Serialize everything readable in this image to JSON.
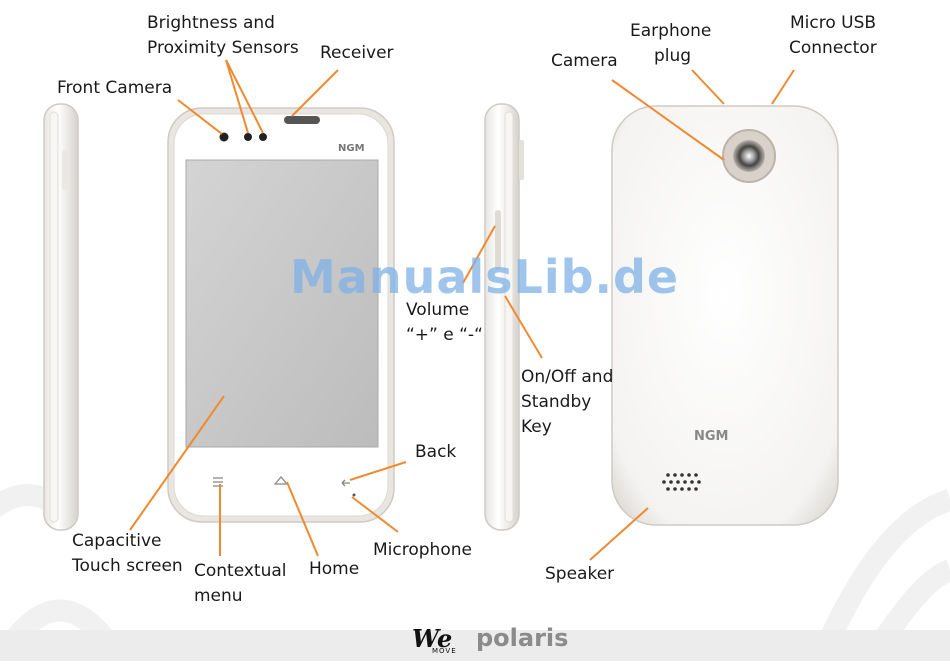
{
  "labels": {
    "front_camera": "Front Camera",
    "brightness_line1": "Brightness and",
    "brightness_line2": "Proximity Sensors",
    "receiver": "Receiver",
    "volume_line1": "Volume",
    "volume_line2": "“+” e “-“",
    "onoff_line1": "On/Off and",
    "onoff_line2": "Standby",
    "onoff_line3": "Key",
    "back": "Back",
    "microphone": "Microphone",
    "home": "Home",
    "contextual_line1": "Contextual",
    "contextual_line2": "menu",
    "touch_line1": "Capacitive",
    "touch_line2": "Touch screen",
    "camera": "Camera",
    "earphone_line1": "Earphone",
    "earphone_line2": "plug",
    "usb_line1": "Micro USB",
    "usb_line2": "Connector",
    "speaker": "Speaker"
  },
  "logos": {
    "front_brand": "NGM",
    "back_brand": "NGM"
  },
  "watermark": "ManualsLib.de",
  "footer": {
    "we": "We",
    "move": "MOVE",
    "polaris": "polaris"
  },
  "colors": {
    "leader_line": "#f08a30",
    "screen": "#c9c9c9",
    "phone_body": "#ffffff"
  }
}
